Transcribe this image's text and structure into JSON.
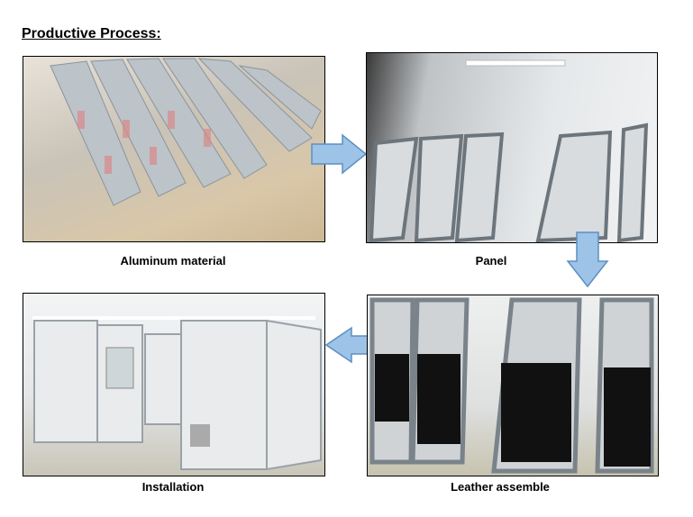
{
  "title": "Productive Process:",
  "steps": [
    {
      "caption": "Aluminum material"
    },
    {
      "caption": "Panel"
    },
    {
      "caption": "Leather assemble"
    },
    {
      "caption": "Installation"
    }
  ],
  "colors": {
    "arrow_fill": "#9dc3e6",
    "arrow_stroke": "#5b8fc4"
  }
}
